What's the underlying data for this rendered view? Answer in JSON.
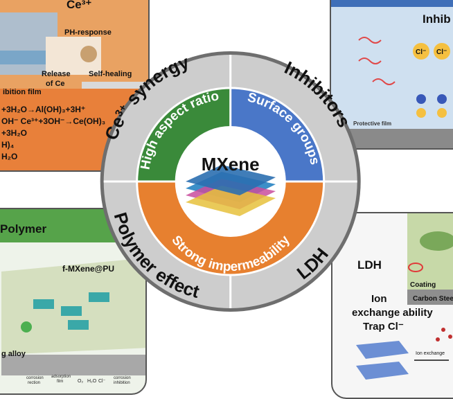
{
  "center": {
    "title": "MXene",
    "inner_ring": [
      "High aspect ratio",
      "Surface groups",
      "Strong impermeability"
    ],
    "outer_ring": [
      "Ce3+ synergy",
      "Inhibitors",
      "Polymer effect",
      "LDH"
    ]
  },
  "ce_panel": {
    "title": "Ce³⁺",
    "ph_response": "PH-response",
    "release": "Release\nof Ce",
    "self_healing": "Self-healing",
    "film_label": "ibition film",
    "equations": [
      "+3H₂O→Al(OH)₃+3H⁺",
      "OH⁻  Ce³⁺+3OH⁻→Ce(OH)₃",
      "+3H₂O",
      "H)₄",
      "H₂O"
    ]
  },
  "inhibitors_panel": {
    "title": "Inhib",
    "ions": [
      "Cl⁻",
      "Cl⁻"
    ],
    "film": "Protective film"
  },
  "polymer_panel": {
    "title": "Polymer",
    "label": "f-MXene@PU",
    "alloy": "g alloy",
    "legend": [
      "corrosion\nrection",
      "adsorption\nfilm",
      "O₂",
      "H₂O",
      "Cl⁻",
      "corrosion\ninhibition"
    ]
  },
  "ldh_panel": {
    "title": "LDH",
    "desc": [
      "Ion",
      "exchange ability",
      "Trap Cl⁻"
    ],
    "coating": "Coating",
    "steel": "Carbon Steel",
    "exchange": "Ion exchange"
  },
  "colors": {
    "green": "#3a8a3a",
    "blue": "#4a77c8",
    "orange": "#e7802f",
    "gray_ring": "#cdcdcd",
    "dark_ring": "#6e6e6e"
  }
}
